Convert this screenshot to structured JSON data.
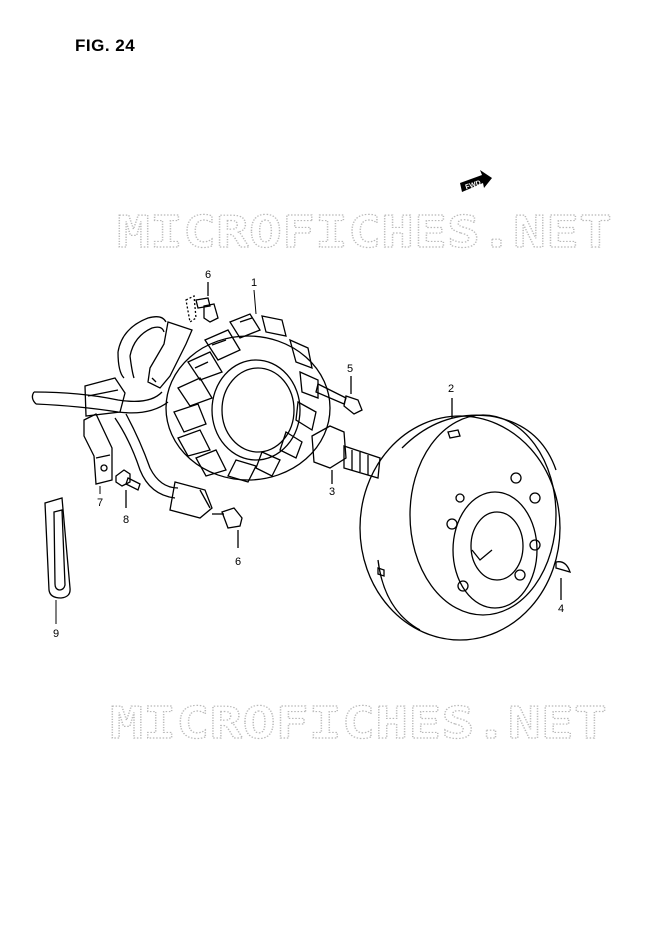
{
  "figure": {
    "title": "FIG. 24"
  },
  "fwd_label": "FWD",
  "watermark": {
    "text": "MICROFICHES.NET",
    "color": "#b9b9b9"
  },
  "callouts": [
    "1",
    "2",
    "3",
    "4",
    "5",
    "6",
    "6",
    "7",
    "8",
    "9"
  ],
  "parts": [
    {
      "ref": "1",
      "name": "stator-coil"
    },
    {
      "ref": "2",
      "name": "rotor-flywheel"
    },
    {
      "ref": "3",
      "name": "rotor-bolt"
    },
    {
      "ref": "4",
      "name": "woodruff-key"
    },
    {
      "ref": "5",
      "name": "stator-bolt"
    },
    {
      "ref": "6",
      "name": "screw"
    },
    {
      "ref": "7",
      "name": "lead-wire-clamp"
    },
    {
      "ref": "8",
      "name": "clamp-bolt"
    },
    {
      "ref": "9",
      "name": "wire-band"
    }
  ]
}
